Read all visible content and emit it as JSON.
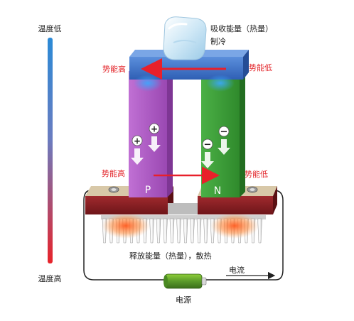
{
  "temperature_scale": {
    "top_label": "温度低",
    "bottom_label": "温度高"
  },
  "top": {
    "absorb_label": "吸收能量（热量）",
    "cooling_label": "制冷",
    "left_label": "势能高",
    "right_label": "势能低"
  },
  "middle": {
    "left_label": "势能高",
    "right_label": "势能低"
  },
  "legs": {
    "p_label": "P",
    "n_label": "N",
    "p_signs": [
      "+",
      "+"
    ],
    "n_signs": [
      "−",
      "−"
    ]
  },
  "bottom": {
    "release_label": "释放能量（热量），散热"
  },
  "circuit": {
    "current_label": "电流",
    "power_label": "电源"
  },
  "colors": {
    "arrow_red": "#e8202a",
    "label_red": "#e3262b",
    "top_plate": "#3f74c8",
    "p_leg": "#b25cc6",
    "n_leg": "#3f9e3b",
    "base_plate": "#8c1f24",
    "battery": "#5a9a2a"
  }
}
